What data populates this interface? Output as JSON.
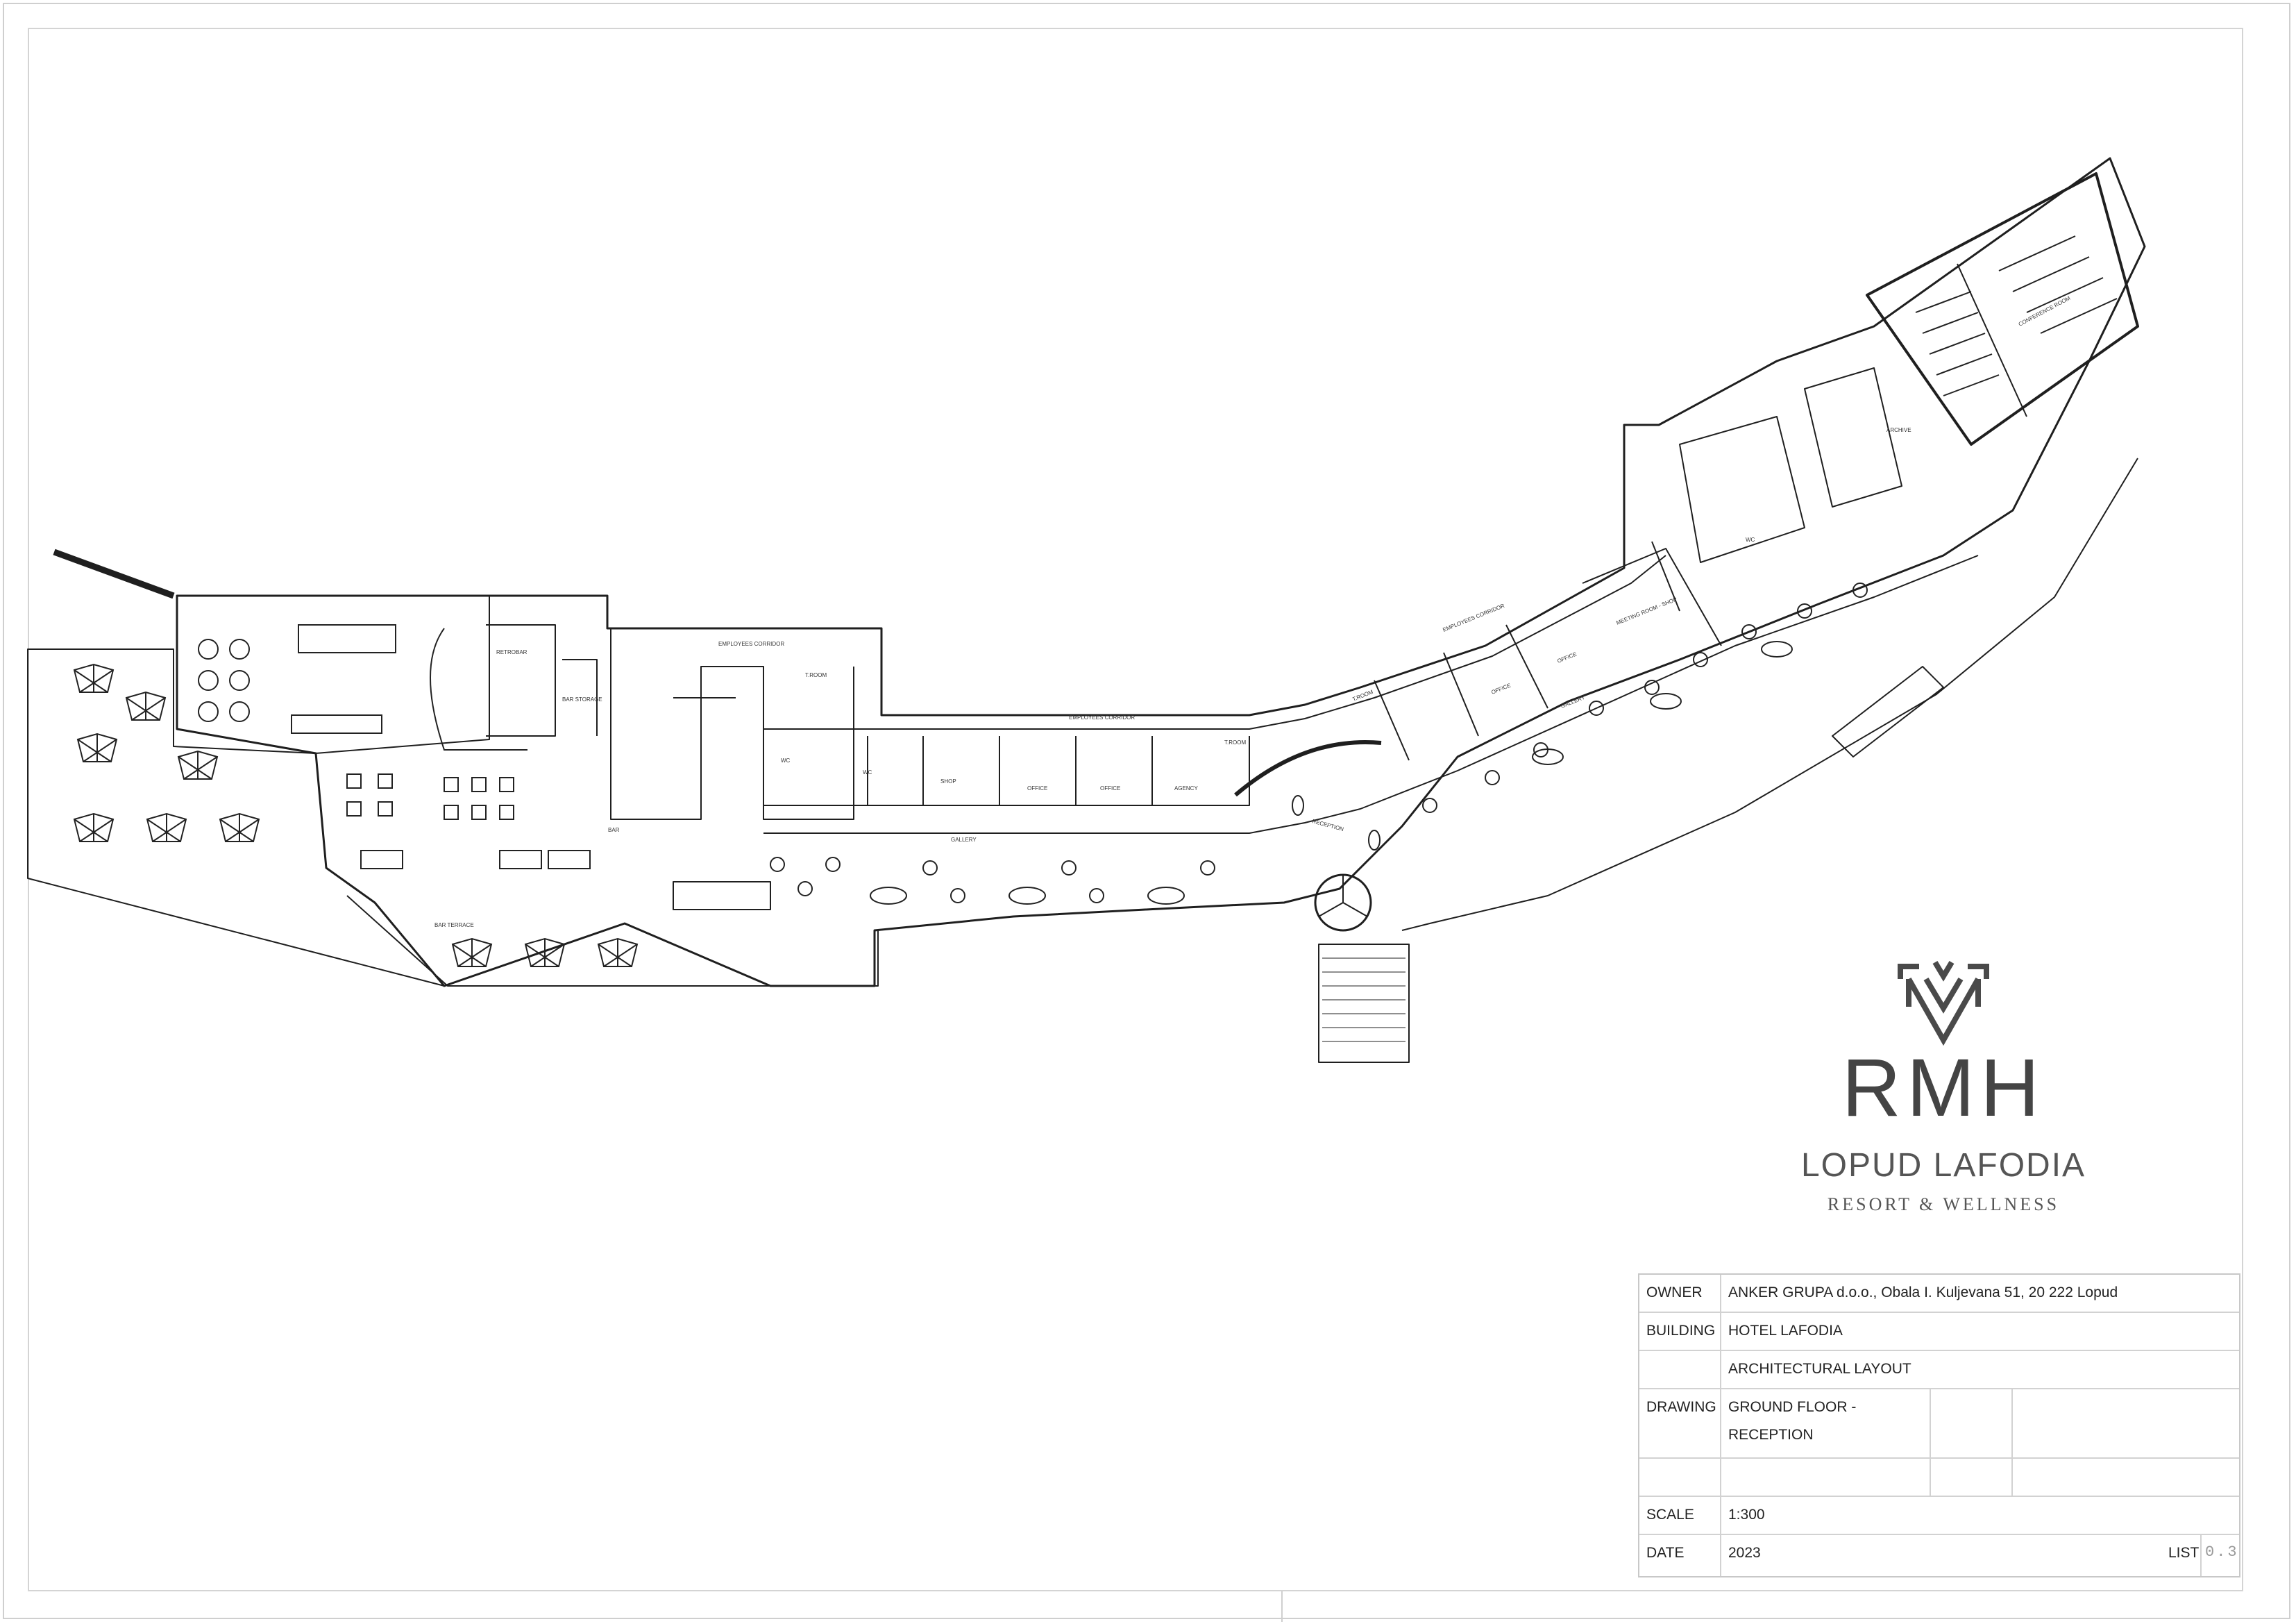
{
  "logo": {
    "initials": "RMH",
    "name": "LOPUD LAFODIA",
    "tagline": "RESORT & WELLNESS"
  },
  "plan_labels": {
    "bar_terrace": "BAR TERRACE",
    "bar": "BAR",
    "retrobar": "RETROBAR",
    "bar_storage": "BAR STORAGE",
    "employees_corridor_1": "EMPLOYEES CORRIDOR",
    "employees_corridor_2": "EMPLOYEES CORRIDOR",
    "employees_corridor_3": "EMPLOYEES CORRIDOR",
    "t_room_1": "T.ROOM",
    "t_room_2": "T.ROOM",
    "t_room_3": "T.ROOM",
    "wc_1": "WC",
    "wc_2": "WC",
    "wc_3": "WC",
    "shop": "SHOP",
    "office_1": "OFFICE",
    "office_2": "OFFICE",
    "office_3": "OFFICE",
    "office_4": "OFFICE",
    "agency": "AGENCY",
    "gallery_1": "GALLERY",
    "gallery_2": "GALLERY",
    "reception": "RECEPTION",
    "meeting_room": "MEETING ROOM - SHOP",
    "conference_room": "CONFERENCE ROOM",
    "archive": "ARCHIVE"
  },
  "title_block": {
    "owner_label": "OWNER",
    "owner_value": "ANKER GRUPA d.o.o., Obala I. Kuljevana 51, 20 222 Lopud",
    "building_label": "BUILDING",
    "building_value": "HOTEL LAFODIA",
    "layout_value": "ARCHITECTURAL LAYOUT",
    "drawing_label": "DRAWING",
    "drawing_value_line1": "GROUND FLOOR -",
    "drawing_value_line2": "RECEPTION",
    "scale_label": "SCALE",
    "scale_value": "1:300",
    "date_label": "DATE",
    "date_value": "2023",
    "list_label": "LIST",
    "list_value": "0.3"
  }
}
